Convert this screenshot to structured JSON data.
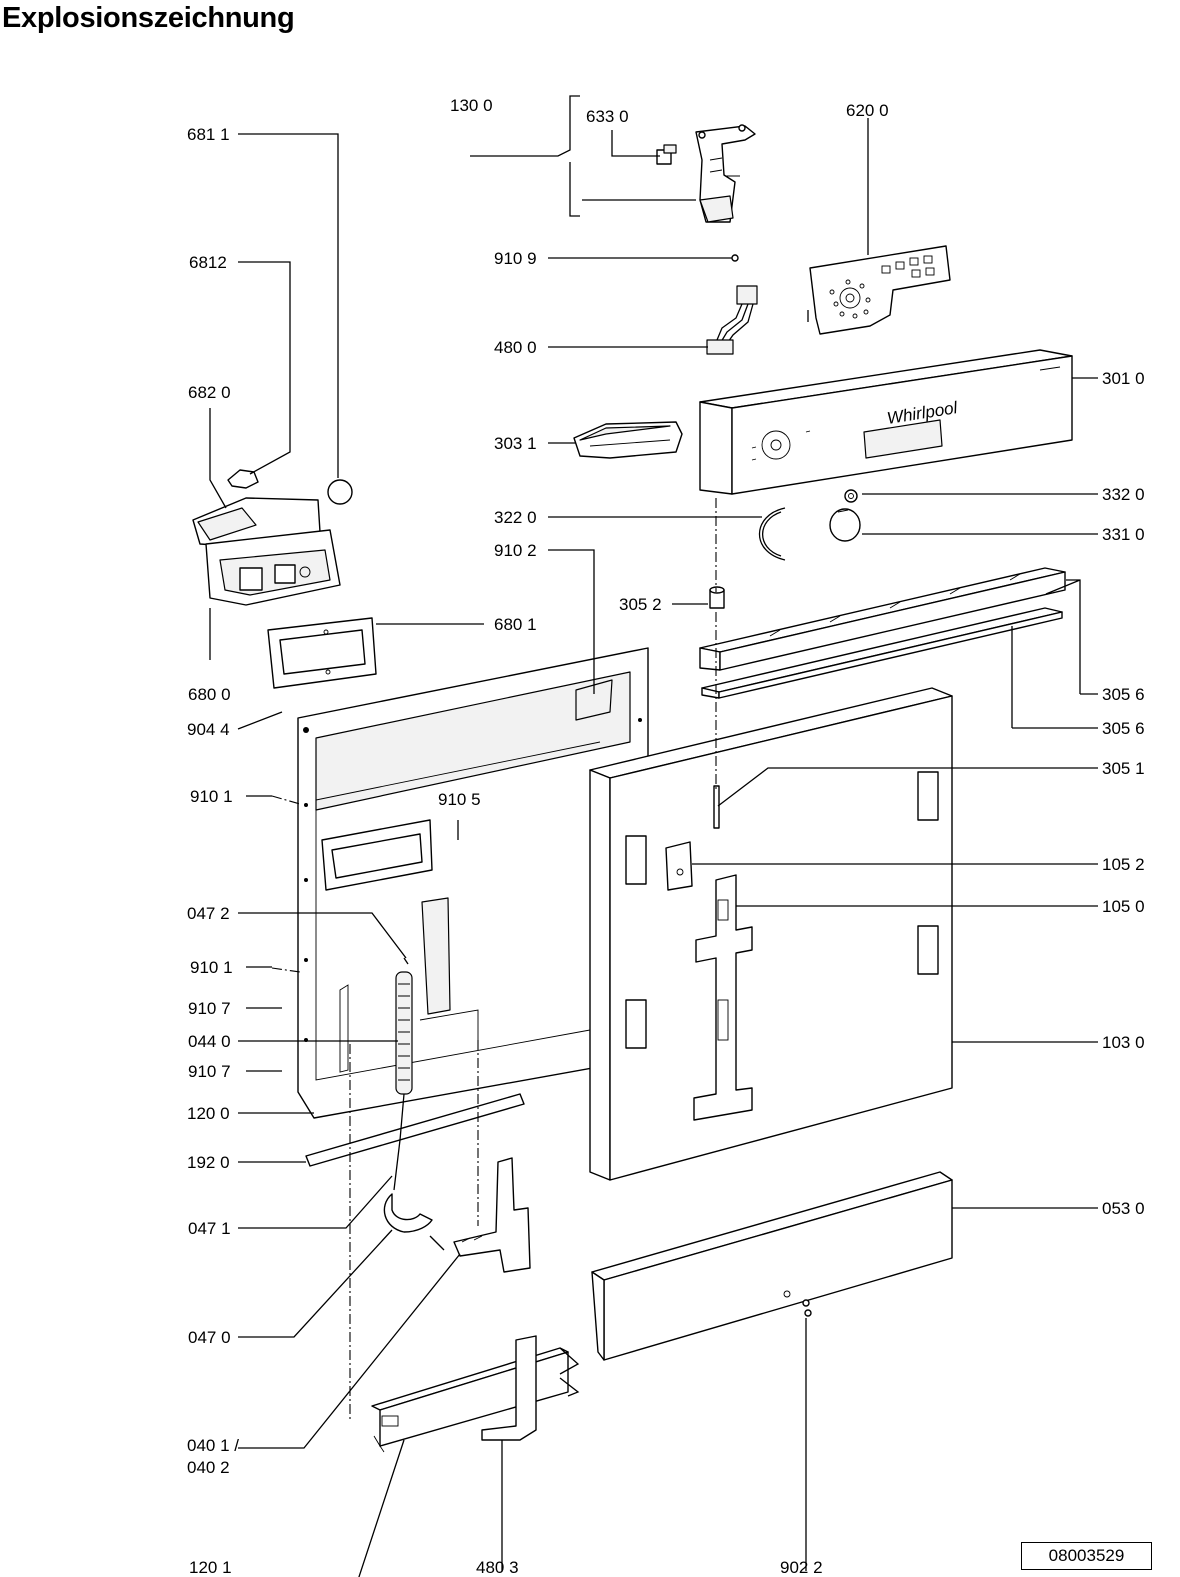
{
  "title": "Explosionszeichnung",
  "document_number": "08003529",
  "labels": {
    "l1300": "130 0",
    "l6330": "633 0",
    "l6200": "620 0",
    "l6811": "681 1",
    "l6812": "6812",
    "l9109": "910 9",
    "l4800": "480 0",
    "l6820": "682 0",
    "l3010": "301 0",
    "l3031": "303 1",
    "l3320": "332 0",
    "l3220": "322 0",
    "l3310": "331 0",
    "l9102": "910 2",
    "l3052": "305 2",
    "l6801": "680 1",
    "l6800": "680 0",
    "l3056a": "305 6",
    "l3056b": "305 6",
    "l9044": "904 4",
    "l3051": "305 1",
    "l9101a": "910 1",
    "l9105": "910 5",
    "l1052": "105 2",
    "l1050": "105 0",
    "l0472": "047 2",
    "l9101b": "910 1",
    "l9107a": "910 7",
    "l0440": "044 0",
    "l1030": "103 0",
    "l9107b": "910 7",
    "l1200": "120 0",
    "l1920": "192 0",
    "l0471": "047 1",
    "l0530": "053 0",
    "l0470": "047 0",
    "l0401": "040 1 /",
    "l0402": "040 2",
    "l1201": "120 1",
    "l4803": "480 3",
    "l9022": "902 2"
  }
}
